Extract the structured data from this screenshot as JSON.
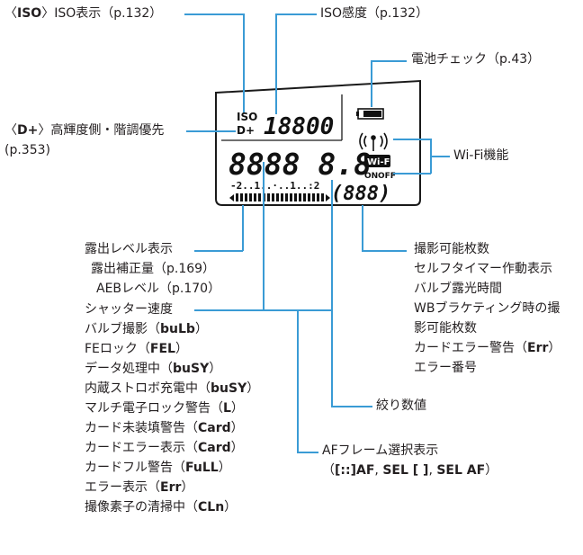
{
  "iso_display": {
    "prefix": "〈",
    "bold": "ISO",
    "rest": "〉ISO表示（p.132）"
  },
  "iso_speed": "ISO感度（p.132）",
  "battery_check": "電池チェック（p.43）",
  "highlight_tone": {
    "prefix": "〈",
    "bold": "D+",
    "rest": "〉高輝度側・階調優先",
    "page": "(p.353)"
  },
  "wifi_function": "Wi-Fi機能",
  "exposure_level": {
    "title": "露出レベル表示",
    "items": [
      "露出補正量（p.169）",
      "AEBレベル（p.170）"
    ]
  },
  "shots_remaining": {
    "lines": [
      "撮影可能枚数",
      "セルフタイマー作動表示",
      "バルブ露光時間",
      "WBブラケティング時の撮",
      "影可能枚数"
    ],
    "card_error": {
      "text": "カードエラー警告（",
      "bold": "Err",
      "close": "）"
    },
    "error_number": "エラー番号"
  },
  "shutter": {
    "title": "シャッター速度",
    "items": [
      {
        "text": "バルブ撮影（",
        "bold": "buLb",
        "close": "）"
      },
      {
        "text": "FEロック（",
        "bold": "FEL",
        "close": "）"
      },
      {
        "text": "データ処理中（",
        "bold": "buSY",
        "close": "）"
      },
      {
        "text": "内蔵ストロボ充電中（",
        "bold": "buSY",
        "close": "）"
      },
      {
        "text": "マルチ電子ロック警告（",
        "bold": "L",
        "close": "）"
      },
      {
        "text": "カード未装填警告（",
        "bold": "Card",
        "close": "）"
      },
      {
        "text": "カードエラー表示（",
        "bold": "Card",
        "close": "）"
      },
      {
        "text": "カードフル警告（",
        "bold": "FuLL",
        "close": "）"
      },
      {
        "text": "エラー表示（",
        "bold": "Err",
        "close": "）"
      },
      {
        "text": "撮像素子の清掃中（",
        "bold": "CLn",
        "close": "）"
      }
    ]
  },
  "aperture": "絞り数値",
  "af_frame": {
    "title": "AFフレーム選択表示",
    "sub_open": "（",
    "sub_bold1": "[::]AF",
    "sub_sep1": ", ",
    "sub_bold2": "SEL [ ]",
    "sub_sep2": ", ",
    "sub_bold3": "SEL AF",
    "sub_close": "）"
  },
  "lcd": {
    "iso_label": "ISO",
    "dplus": "D+",
    "iso_value": "18800",
    "main_digits": "8888 8.8",
    "wifi_badge": "Wi-Fi",
    "wifi_on": "ON",
    "wifi_off": "OFF",
    "scale": "-2..1..·..1..:2",
    "shots": "(888)"
  },
  "colors": {
    "leader": "#3a9bd5",
    "lcd_border": "#1a1a1a",
    "text": "#231f20"
  }
}
